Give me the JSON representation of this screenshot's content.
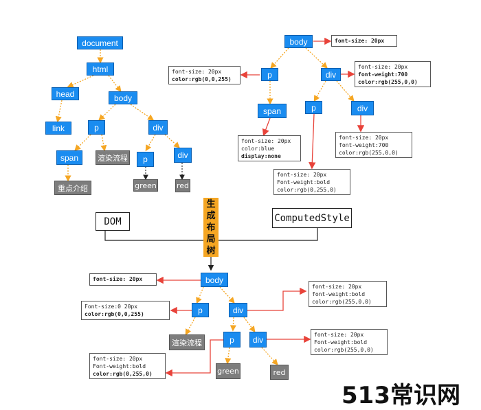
{
  "dom_tree": {
    "document": "document",
    "html": "html",
    "head": "head",
    "body": "body",
    "link": "link",
    "p": "p",
    "div": "div",
    "span": "span",
    "p2": "p",
    "div2": "div",
    "leaf_span": "重点介绍",
    "leaf_p_text": "渲染流程",
    "leaf_green": "green",
    "leaf_red": "red"
  },
  "style_tree": {
    "body": "body",
    "p": "p",
    "div": "div",
    "span": "span",
    "p2": "p",
    "div2": "div",
    "box_body": [
      "font-size: 20px"
    ],
    "box_p": [
      "font-size: 20px",
      "color:rgb(0,0,255)"
    ],
    "box_div": [
      "font-size: 20px",
      "font-weight:700",
      "color:rgb(255,0,0)"
    ],
    "box_span": [
      "font-size: 20px",
      "color:blue",
      "display:none"
    ],
    "box_div2": [
      "font-size: 20px",
      "font-weight:700",
      "color:rgb(255,0,0)"
    ],
    "box_p2": [
      "font-size: 20px",
      "Font-weight:bold",
      "color:rgb(0,255,0)"
    ]
  },
  "labels": {
    "dom": "DOM",
    "computed_style": "ComputedStyle",
    "generate_layout_tree": [
      "生",
      "成",
      "布",
      "局",
      "树"
    ]
  },
  "layout_tree": {
    "body": "body",
    "p": "p",
    "div": "div",
    "p2": "p",
    "div2": "div",
    "leaf_p_text": "渲染流程",
    "leaf_green": "green",
    "leaf_red": "red",
    "box_body": [
      "font-size: 20px"
    ],
    "box_p": [
      "Font-size:0 20px",
      "color:rgb(0,0,255)"
    ],
    "box_div": [
      "font-size: 20px",
      "font-weight:bold",
      "color:rgb(255,0,0)"
    ],
    "box_div2": [
      "font-size: 20px",
      "Font-weight:bold",
      "color:rgb(255,0,0)"
    ],
    "box_p2": [
      "font-size: 20px",
      "Font-weight:bold",
      "color:rgb(0,255,0)"
    ]
  },
  "watermark": "513常识网",
  "colors": {
    "node_fill": "#1a8cf0",
    "leaf_fill": "#7d7d7d",
    "dom_edge": "#f5a623",
    "style_edge": "#e8433a",
    "label_fill": "#f5a623"
  }
}
